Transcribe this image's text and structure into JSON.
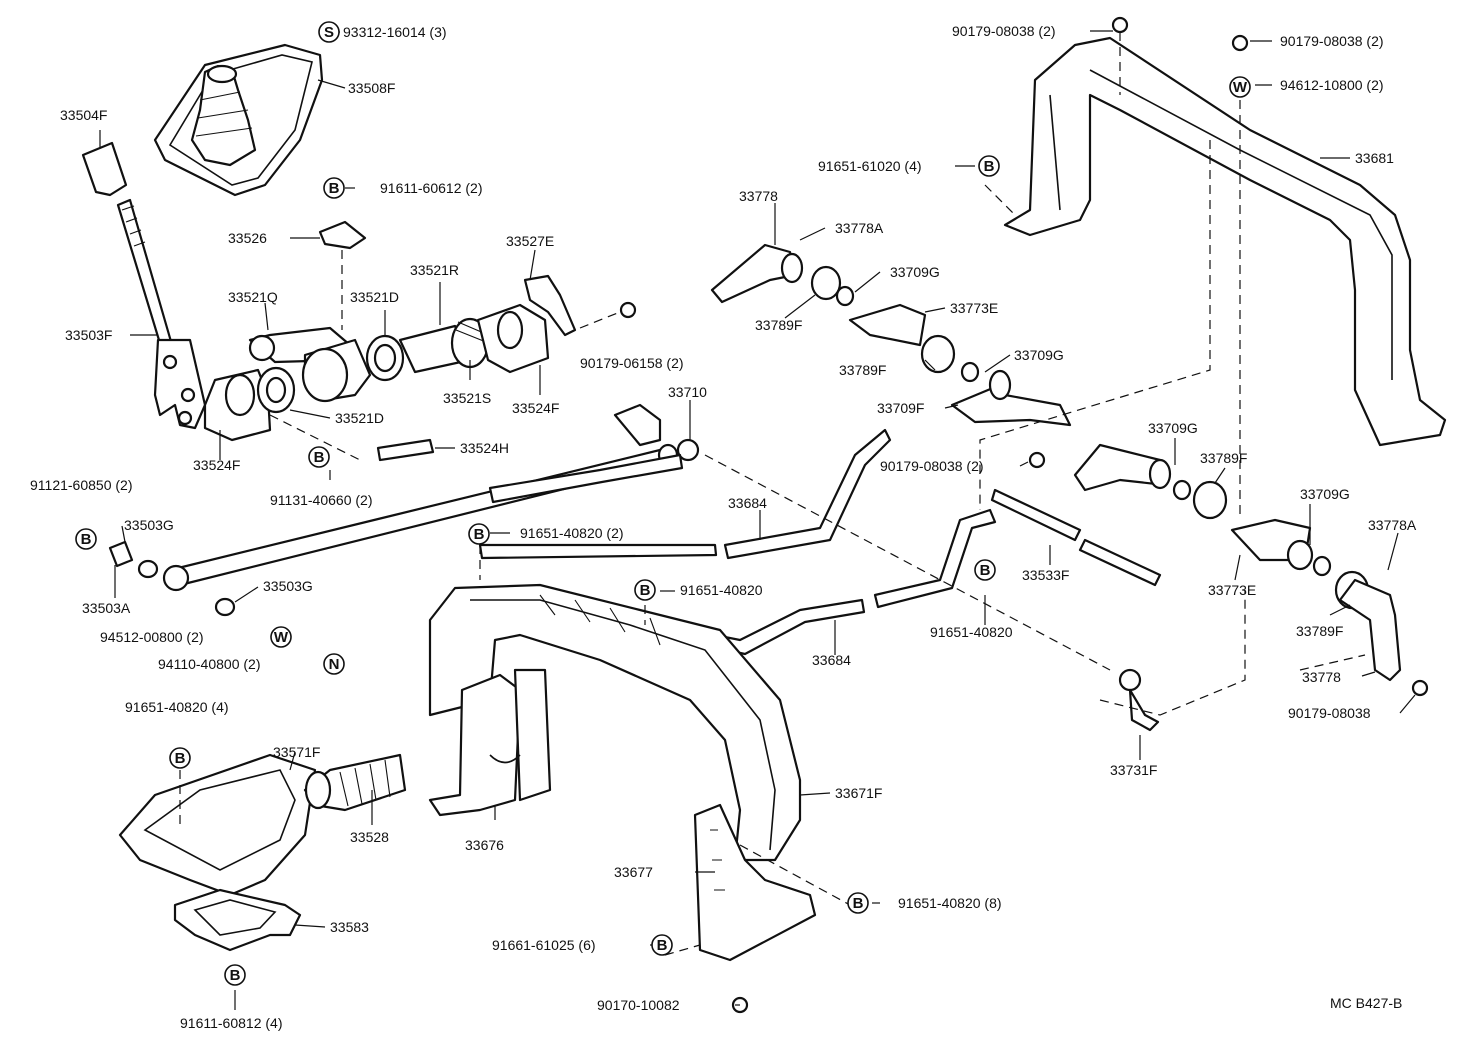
{
  "diagram_code": "MC B427-B",
  "labels": {
    "p93312": "93312-16014 (3)",
    "p33508F": "33508F",
    "p33504F": "33504F",
    "p91611a": "91611-60612 (2)",
    "p33526": "33526",
    "p33527E": "33527E",
    "p33521R": "33521R",
    "p33521Q": "33521Q",
    "p33521D_a": "33521D",
    "p33503F": "33503F",
    "p90179_06158": "90179-06158 (2)",
    "p33521S": "33521S",
    "p33524F_a": "33524F",
    "p33521D_b": "33521D",
    "p33524F_b": "33524F",
    "p33524H": "33524H",
    "p33710": "33710",
    "p91131": "91131-40660 (2)",
    "p91121": "91121-60850 (2)",
    "p33503G_a": "33503G",
    "p33503A": "33503A",
    "p33503G_b": "33503G",
    "p94512": "94512-00800 (2)",
    "p94110": "94110-40800 (2)",
    "p91651_40820_2": "91651-40820 (2)",
    "p33684_a": "33684",
    "p91651_40820_a": "91651-40820",
    "p33684_b": "33684",
    "p91651_40820_4": "91651-40820 (4)",
    "p33571F": "33571F",
    "p33528": "33528",
    "p33676": "33676",
    "p33671F": "33671F",
    "p33677": "33677",
    "p33583": "33583",
    "p91651_40820_8": "91651-40820 (8)",
    "p91661": "91661-61025 (6)",
    "p91611b": "91611-60812 (4)",
    "p90170": "90170-10082",
    "p90179_08038_a": "90179-08038 (2)",
    "p90179_08038_b": "90179-08038 (2)",
    "p94612": "94612-10800 (2)",
    "p33681": "33681",
    "p91651_61020": "91651-61020 (4)",
    "p33778_a": "33778",
    "p33778A_a": "33778A",
    "p33709G_a": "33709G",
    "p33789F_a": "33789F",
    "p33773E_a": "33773E",
    "p33789F_b": "33789F",
    "p33709G_b": "33709G",
    "p33709F": "33709F",
    "p33709G_c": "33709G",
    "p90179_08038_c": "90179-08038 (2)",
    "p33789F_c": "33789F",
    "p33709G_d": "33709G",
    "p33778A_b": "33778A",
    "p33533F": "33533F",
    "p33773E_b": "33773E",
    "p91651_40820_b": "91651-40820",
    "p33789F_d": "33789F",
    "p33778_b": "33778",
    "p90179_08038_d": "90179-08038",
    "p33731F": "33731F"
  },
  "callouts": {
    "s": "S",
    "b": "B",
    "w": "W",
    "n": "N"
  }
}
